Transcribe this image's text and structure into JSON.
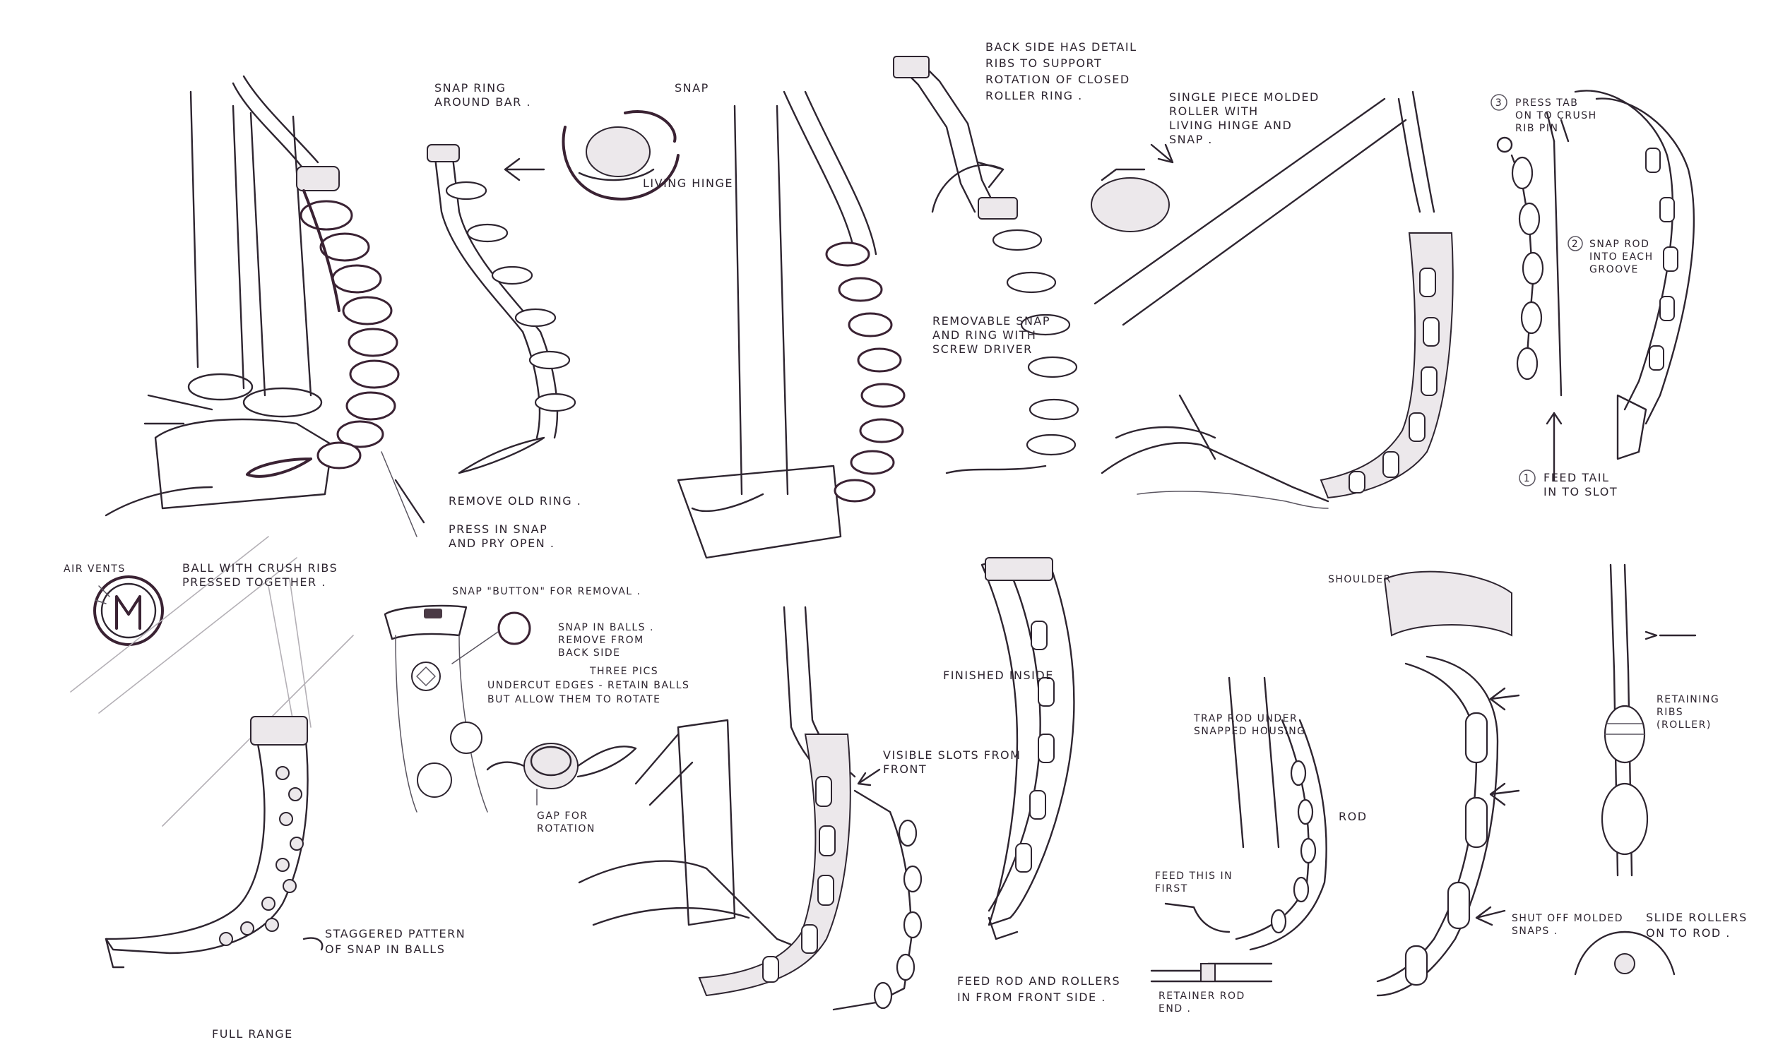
{
  "notes": {
    "snap_ring": [
      "SNAP RING",
      "AROUND BAR ."
    ],
    "snap": "SNAP",
    "living_hinge": "LIVING HINGE",
    "remove_old_ring": "REMOVE OLD RING .",
    "press_in_snap": [
      "PRESS IN SNAP",
      "AND PRY OPEN ."
    ],
    "back_side": [
      "BACK SIDE HAS DETAIL",
      "RIBS TO SUPPORT",
      "ROTATION OF CLOSED",
      "ROLLER RING ."
    ],
    "single_piece": [
      "SINGLE PIECE MOLDED",
      "ROLLER WITH",
      "LIVING HINGE AND",
      "SNAP ."
    ],
    "removable_snap": [
      "REMOVABLE SNAP",
      "AND RING WITH",
      "SCREW DRIVER"
    ],
    "press_tab": [
      "PRESS TAB",
      "ON TO CRUSH",
      "RIB PIN"
    ],
    "snap_rod": [
      "SNAP ROD",
      "INTO EACH",
      "GROOVE"
    ],
    "feed_tail": [
      "FEED TAIL",
      "IN TO SLOT"
    ],
    "air_vents": "AIR VENTS",
    "ball_crush_ribs": [
      "BALL WITH CRUSH RIBS",
      "PRESSED TOGETHER ."
    ],
    "snap_button": "SNAP \"BUTTON\" FOR REMOVAL .",
    "snap_in_balls": [
      "SNAP IN BALLS .",
      "REMOVE FROM",
      "BACK SIDE"
    ],
    "three_pics": "THREE PICS",
    "undercut_edges": [
      "UNDERCUT EDGES - RETAIN BALLS",
      "BUT ALLOW THEM TO ROTATE"
    ],
    "gap_for_rotation": [
      "GAP FOR",
      "ROTATION"
    ],
    "staggered_pattern": [
      "STAGGERED PATTERN",
      "OF SNAP IN BALLS"
    ],
    "full_range": "FULL RANGE",
    "visible_slots": [
      "VISIBLE SLOTS FROM",
      "FRONT"
    ],
    "finished_inside": "FINISHED INSIDE",
    "feed_rod_rollers": [
      "FEED ROD AND ROLLERS",
      "IN FROM FRONT SIDE ."
    ],
    "shoulder": "SHOULDER",
    "trap_rod": [
      "TRAP ROD UNDER",
      "SNAPPED HOUSING"
    ],
    "rod": "ROD",
    "feed_this_in_first": [
      "FEED THIS IN",
      "FIRST"
    ],
    "retainer_rod_end": [
      "RETAINER ROD",
      "END ."
    ],
    "shut_off_snaps": [
      "SHUT OFF MOLDED",
      "SNAPS ."
    ],
    "retaining_ribs": [
      "RETAINING",
      "RIBS",
      "(ROLLER)"
    ],
    "slide_rollers": [
      "SLIDE ROLLERS",
      "ON TO ROD ."
    ]
  },
  "step_numbers": [
    "3",
    "2",
    "1"
  ]
}
